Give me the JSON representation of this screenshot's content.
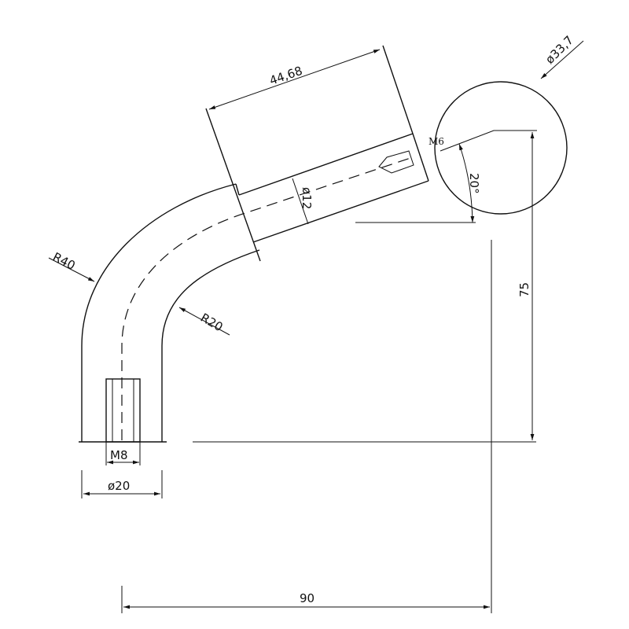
{
  "drawing": {
    "dimensions": {
      "block_length": "44,68",
      "ball_diameter": "ø33,7",
      "thread_top": "M6",
      "angle": "20°",
      "bore_diameter": "ø12",
      "outer_radius": "R40",
      "inner_radius": "R20",
      "height": "75",
      "thread_bottom": "M8",
      "pipe_diameter": "ø20",
      "width": "90"
    }
  }
}
